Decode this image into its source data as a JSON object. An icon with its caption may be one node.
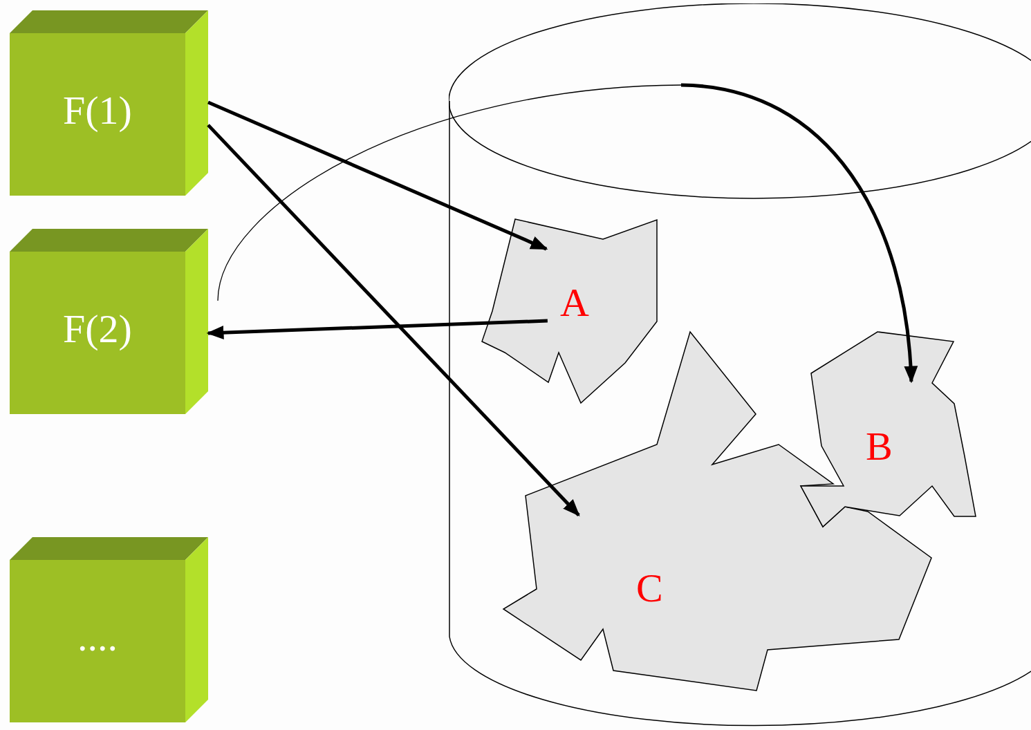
{
  "diagram": {
    "nodes": [
      {
        "text": [
          "F(1)"
        ]
      },
      {
        "text": [
          "F(2)"
        ]
      },
      {
        "text": [
          "...."
        ]
      },
      {
        "text": [],
        "shape": "cylinder"
      },
      {
        "text": [
          "A"
        ],
        "in": 3
      },
      {
        "text": [
          "B"
        ],
        "in": 3
      },
      {
        "text": [
          "C"
        ],
        "in": 3
      }
    ],
    "edges": [
      {
        "from": 0,
        "to": 4,
        "arrow": "to"
      },
      {
        "from": 0,
        "to": 6,
        "arrow": "to"
      },
      {
        "from": 4,
        "to": 1,
        "arrow": "to"
      },
      {
        "from": null,
        "to": 5,
        "arrow": "to"
      }
    ]
  }
}
